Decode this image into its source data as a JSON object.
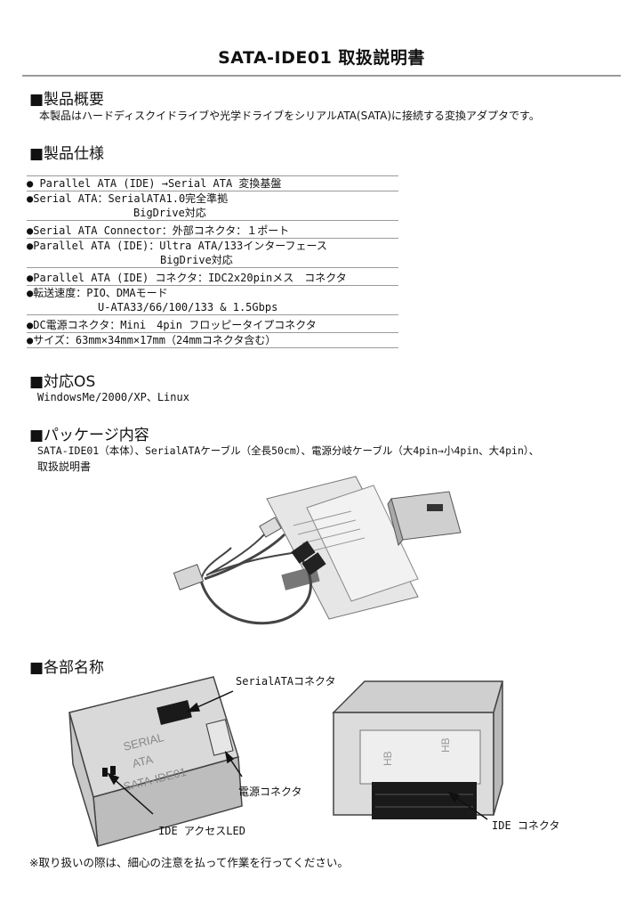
{
  "title": "SATA-IDE01 取扱説明書",
  "overview": {
    "heading": "■製品概要",
    "text": "本製品はハードディスクイドライブや光学ドライブをシリアルATA(SATA)に接続する変換アダプタです。"
  },
  "specs": {
    "heading": "■製品仕様",
    "rows": [
      {
        "line1": "● Parallel ATA (IDE) →Serial ATA 変換基盤",
        "line2": ""
      },
      {
        "line1": "●Serial ATA：SerialATA1.0完全準拠",
        "line2": "BigDrive対応"
      },
      {
        "line1": "●Serial ATA Connector：外部コネクタ：１ポート",
        "line2": ""
      },
      {
        "line1": "●Parallel ATA (IDE)：Ultra ATA/133インターフェース",
        "line2": "BigDrive対応"
      },
      {
        "line1": "●Parallel ATA (IDE) コネクタ：IDC2x20pinメス　コネクタ",
        "line2": ""
      },
      {
        "line1": "●転送速度：PIO、DMAモード",
        "line2": "U-ATA33/66/100/133 & 1.5Gbps"
      },
      {
        "line1": "●DC電源コネクタ：Mini　4pin フロッピータイプコネクタ",
        "line2": ""
      },
      {
        "line1": "●サイズ：63mm×34mm×17mm（24mmコネクタ含む）",
        "line2": ""
      }
    ]
  },
  "os": {
    "heading": "■対応OS",
    "text": "WindowsMe/2000/XP、Linux"
  },
  "package": {
    "heading": "■パッケージ内容",
    "line1": "SATA-IDE01（本体）、SerialATAケーブル（全長50cm）、電源分岐ケーブル（大4pin→小4pin、大4pin）、",
    "line2": "取扱説明書"
  },
  "parts": {
    "heading": "■各部名称",
    "labels": {
      "sata_connector": "SerialATAコネクタ",
      "power_connector": "電源コネクタ",
      "access_led": "IDE アクセスLED",
      "ide_connector": "IDE コネクタ"
    },
    "device_print": {
      "line1": "SERIAL",
      "line2": "ATA",
      "line3": "SATA-IDE01"
    }
  },
  "note": "※取り扱いの際は、細心の注意を払って作業を行ってください。",
  "colors": {
    "rule": "#9a9a9a",
    "device_body": "#d9d9d9",
    "connector": "#1a1a1a"
  }
}
